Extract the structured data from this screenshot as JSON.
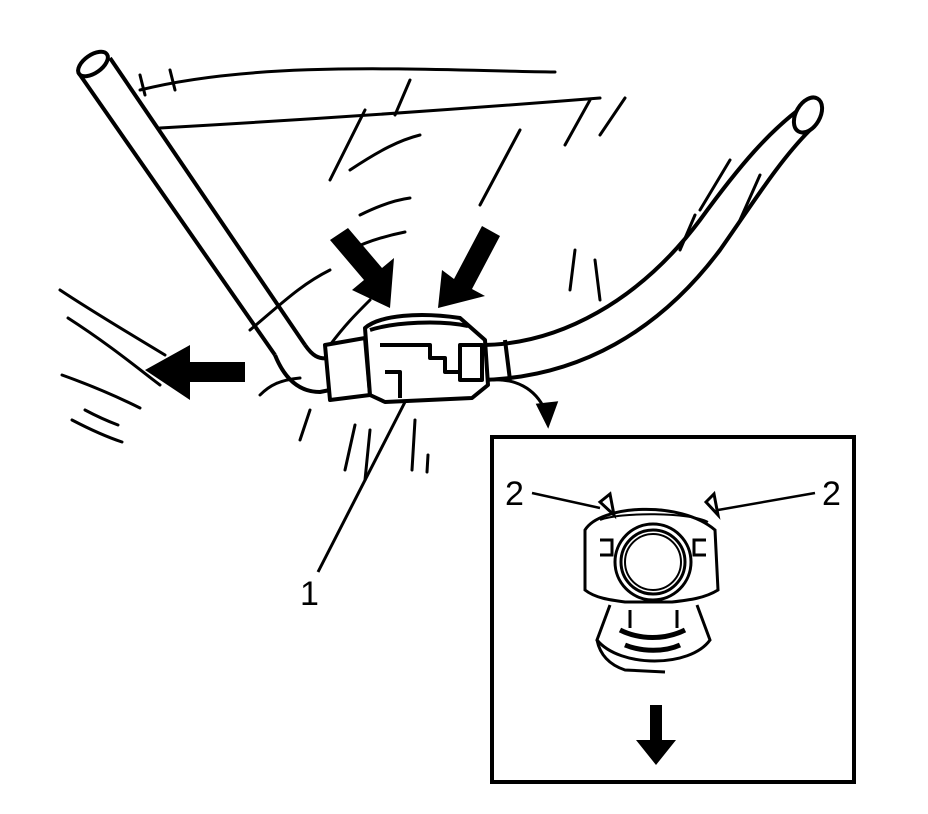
{
  "diagram": {
    "callouts": [
      {
        "id": "callout-1",
        "text": "1"
      },
      {
        "id": "callout-2-left",
        "text": "2"
      },
      {
        "id": "callout-2-right",
        "text": "2"
      }
    ],
    "colors": {
      "line": "#000000",
      "background": "#ffffff"
    }
  }
}
